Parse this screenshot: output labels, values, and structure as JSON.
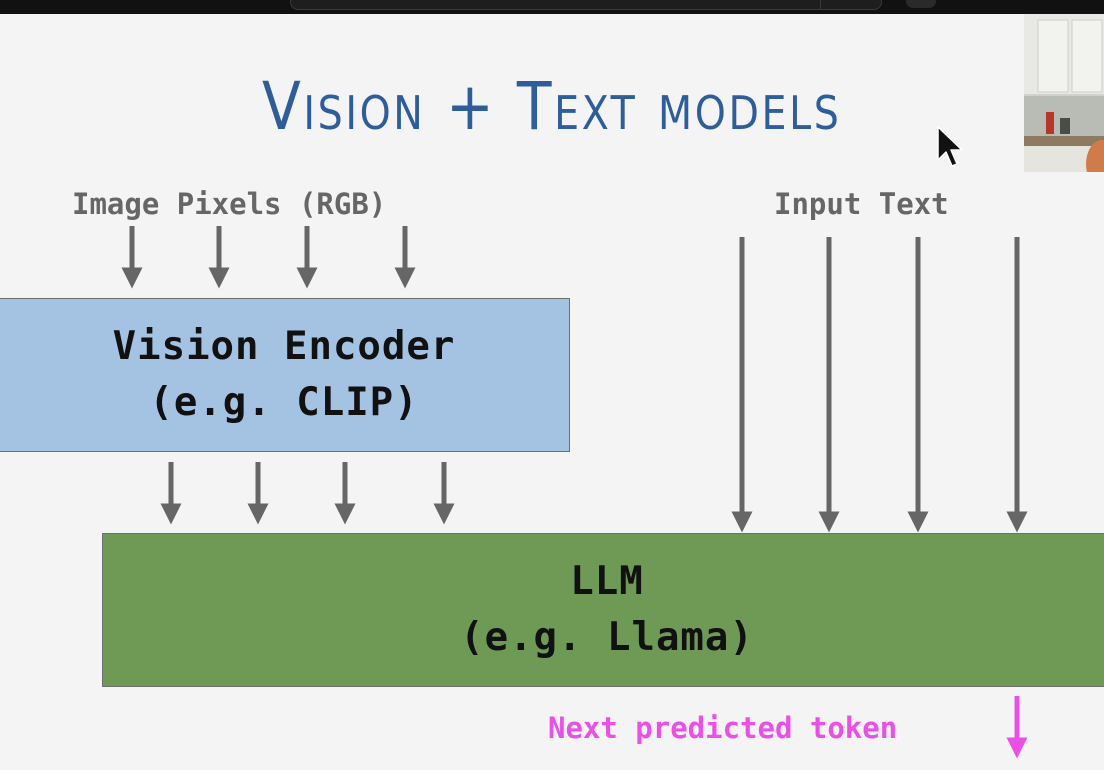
{
  "slide": {
    "title": "Vision + Text models"
  },
  "diagram": {
    "image_input_label": "Image Pixels (RGB)",
    "text_input_label": "Input Text",
    "vision_encoder": {
      "line1": "Vision Encoder",
      "line2": "(e.g. CLIP)"
    },
    "llm": {
      "line1": "LLM",
      "line2": "(e.g. Llama)"
    },
    "output_label": "Next predicted token"
  },
  "colors": {
    "title": "#2f5d9a",
    "vision_box": "#a4c2e2",
    "llm_box": "#6e9a55",
    "arrow": "#666666",
    "output": "#ea4fe6"
  },
  "icons": [
    "mouse-cursor-icon"
  ]
}
